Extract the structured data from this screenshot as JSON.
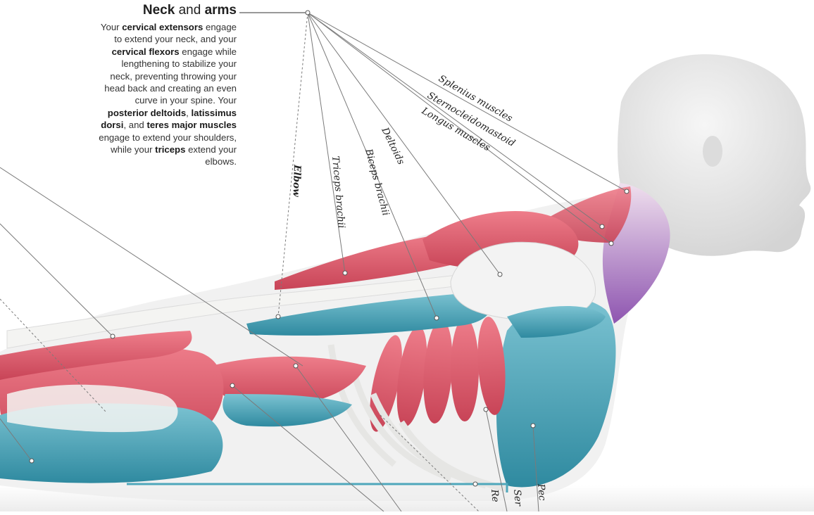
{
  "heading": {
    "part1": "Neck",
    "part2": "and",
    "part3": "arms"
  },
  "body_text": [
    {
      "t": "Your ",
      "b": false
    },
    {
      "t": "cervical extensors",
      "b": true
    },
    {
      "t": " engage to extend your neck, and your ",
      "b": false
    },
    {
      "t": "cervical flexors",
      "b": true
    },
    {
      "t": " engage while lengthening to stabilize your neck, preventing throwing your head back and creating an even curve in your spine. Your ",
      "b": false
    },
    {
      "t": "posterior deltoids",
      "b": true
    },
    {
      "t": ", ",
      "b": false
    },
    {
      "t": "latissimus dorsi",
      "b": true
    },
    {
      "t": ", and ",
      "b": false
    },
    {
      "t": "teres major muscles",
      "b": true
    },
    {
      "t": " engage to extend your shoulders, while your ",
      "b": false
    },
    {
      "t": "triceps",
      "b": true
    },
    {
      "t": " extend your elbows.",
      "b": false
    }
  ],
  "labels": {
    "splenius": "Splenius muscles",
    "sternocleidomastoid": "Sternocleidomastoid",
    "longus": "Longus muscles",
    "deltoids": "Deltoids",
    "biceps": "Biceps brachii",
    "triceps": "Triceps brachii",
    "elbow": "Elbow",
    "cut_re": "Re",
    "cut_ser": "Ser",
    "cut_pec": "Pec"
  },
  "colors": {
    "muscle_red": "#e25c6c",
    "muscle_blue": "#4ea7bb",
    "muscle_purple": "#8e55b0",
    "skin": "#ebebeb",
    "bone": "#f4f4f2",
    "leader": "#7a7a7a"
  }
}
